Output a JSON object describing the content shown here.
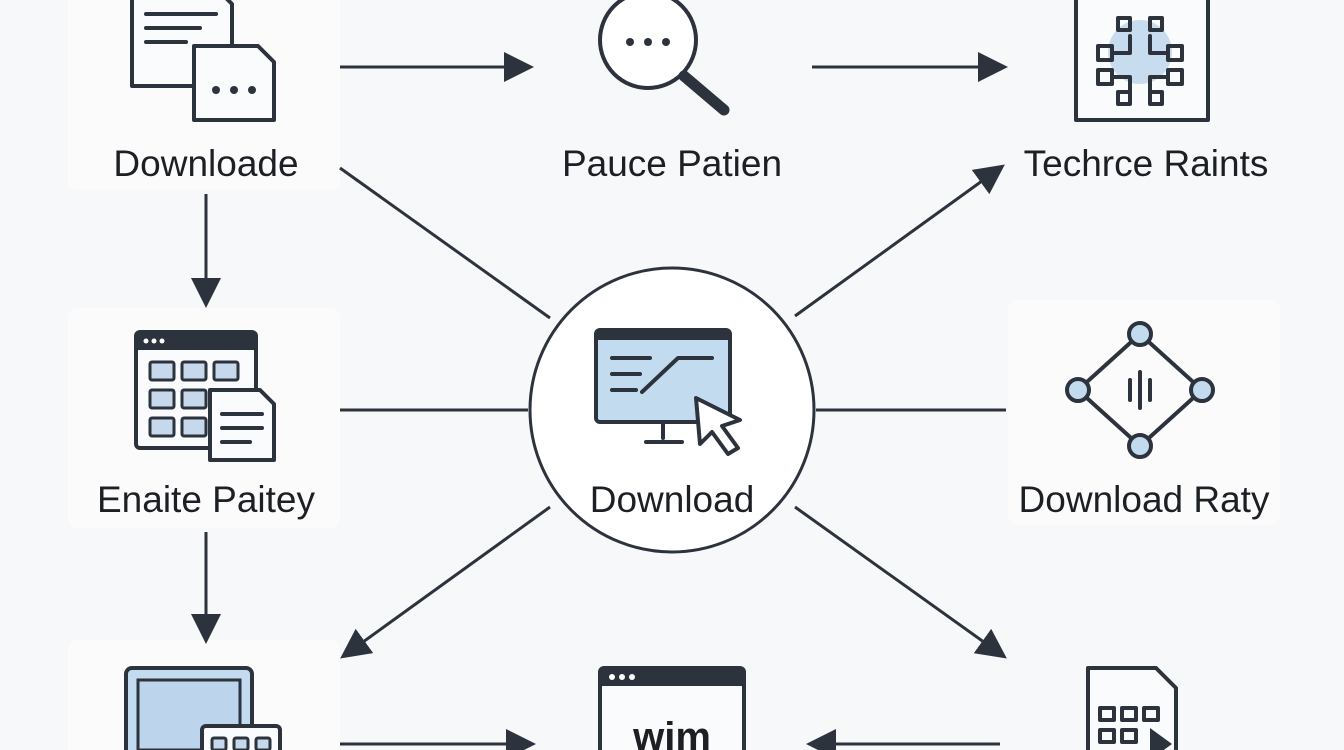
{
  "diagram": {
    "nodes": [
      {
        "id": "downloade",
        "label": "Downloade",
        "icon": "document-with-chat-icon"
      },
      {
        "id": "pauce-patien",
        "label": "Pauce Patien",
        "icon": "magnifier-icon"
      },
      {
        "id": "techrce-raints",
        "label": "Techrce Raints",
        "icon": "circuit-chip-icon"
      },
      {
        "id": "enaite-paitey",
        "label": "Enaite Paitey",
        "icon": "spreadsheet-document-icon"
      },
      {
        "id": "download",
        "label": "Download",
        "icon": "monitor-cursor-icon"
      },
      {
        "id": "download-raty",
        "label": "Download Raty",
        "icon": "network-nodes-icon"
      },
      {
        "id": "bottom-left",
        "label": "",
        "icon": "laptop-grid-icon"
      },
      {
        "id": "bottom-center",
        "label": "",
        "icon": "browser-window-icon",
        "window_text": "wim"
      },
      {
        "id": "bottom-right",
        "label": "",
        "icon": "grid-document-icon"
      }
    ],
    "edges": [
      {
        "from": "downloade",
        "to": "pauce-patien",
        "arrow": true
      },
      {
        "from": "pauce-patien",
        "to": "techrce-raints",
        "arrow": true
      },
      {
        "from": "downloade",
        "to": "enaite-paitey",
        "arrow": true
      },
      {
        "from": "enaite-paitey",
        "to": "bottom-left",
        "arrow": true
      },
      {
        "from": "downloade",
        "to": "download",
        "arrow": false
      },
      {
        "from": "download",
        "to": "techrce-raints",
        "arrow": true
      },
      {
        "from": "enaite-paitey",
        "to": "download",
        "arrow": false
      },
      {
        "from": "download",
        "to": "download-raty",
        "arrow": false
      },
      {
        "from": "download",
        "to": "bottom-left",
        "arrow": true
      },
      {
        "from": "download",
        "to": "bottom-right",
        "arrow": true
      },
      {
        "from": "bottom-left",
        "to": "bottom-center",
        "arrow": true
      },
      {
        "from": "bottom-right",
        "to": "bottom-center",
        "arrow": true
      }
    ]
  }
}
